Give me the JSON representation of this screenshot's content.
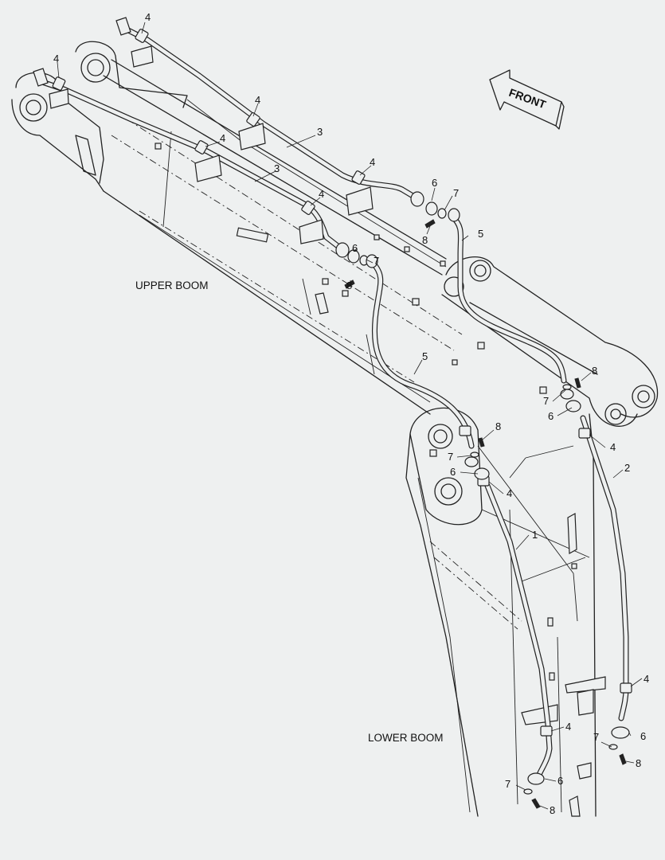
{
  "section_labels": {
    "upper": "UPPER BOOM",
    "lower": "LOWER BOOM"
  },
  "direction_arrow": "FRONT",
  "callouts": [
    {
      "id": "c1",
      "num": "1"
    },
    {
      "id": "c2",
      "num": "2"
    },
    {
      "id": "c3a",
      "num": "3"
    },
    {
      "id": "c3b",
      "num": "3"
    },
    {
      "id": "c4a",
      "num": "4"
    },
    {
      "id": "c4b",
      "num": "4"
    },
    {
      "id": "c4c",
      "num": "4"
    },
    {
      "id": "c4d",
      "num": "4"
    },
    {
      "id": "c4e",
      "num": "4"
    },
    {
      "id": "c4f",
      "num": "4"
    },
    {
      "id": "c4g",
      "num": "4"
    },
    {
      "id": "c4h",
      "num": "4"
    },
    {
      "id": "c4i",
      "num": "4"
    },
    {
      "id": "c4j",
      "num": "4"
    },
    {
      "id": "c5a",
      "num": "5"
    },
    {
      "id": "c5b",
      "num": "5"
    },
    {
      "id": "c6a",
      "num": "6"
    },
    {
      "id": "c6b",
      "num": "6"
    },
    {
      "id": "c6c",
      "num": "6"
    },
    {
      "id": "c6d",
      "num": "6"
    },
    {
      "id": "c6e",
      "num": "6"
    },
    {
      "id": "c6f",
      "num": "6"
    },
    {
      "id": "c7a",
      "num": "7"
    },
    {
      "id": "c7b",
      "num": "7"
    },
    {
      "id": "c7c",
      "num": "7"
    },
    {
      "id": "c7d",
      "num": "7"
    },
    {
      "id": "c7e",
      "num": "7"
    },
    {
      "id": "c7f",
      "num": "7"
    },
    {
      "id": "c8a",
      "num": "8"
    },
    {
      "id": "c8b",
      "num": "8"
    },
    {
      "id": "c8c",
      "num": "8"
    },
    {
      "id": "c8d",
      "num": "8"
    },
    {
      "id": "c8e",
      "num": "8"
    },
    {
      "id": "c8f",
      "num": "8"
    }
  ]
}
